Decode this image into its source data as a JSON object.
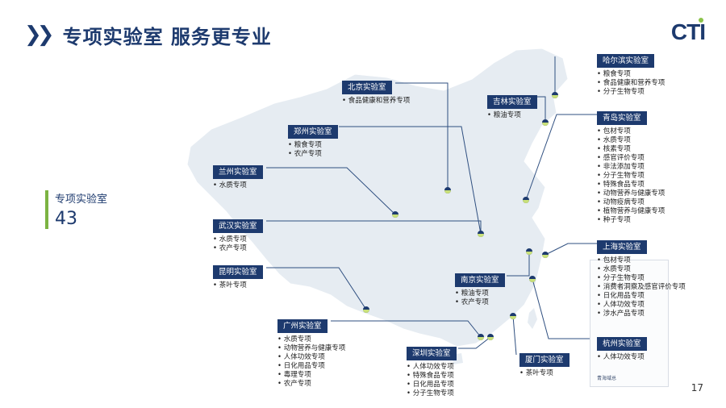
{
  "header": {
    "title": "专项实验室 服务更专业",
    "logo": "CTI"
  },
  "stat": {
    "label": "专项实验室",
    "value": "43"
  },
  "page_number": "17",
  "brochure_caption": "青海域总",
  "labs": [
    {
      "id": "beijing",
      "name": "北京实验室",
      "items": [
        "食品健康和营养专项"
      ]
    },
    {
      "id": "harbin",
      "name": "哈尔滨实验室",
      "items": [
        "粮食专项",
        "食品健康和营养专项",
        "分子生物专项"
      ]
    },
    {
      "id": "jilin",
      "name": "吉林实验室",
      "items": [
        "粮油专项"
      ]
    },
    {
      "id": "qingdao",
      "name": "青岛实验室",
      "items": [
        "包材专项",
        "水质专项",
        "核素专项",
        "感官评价专项",
        "非法添加专项",
        "分子生物专项",
        "特殊食品专项",
        "动物营养与健康专项",
        "动物疫病专项",
        "植物营养与健康专项",
        "种子专项"
      ]
    },
    {
      "id": "zhengzhou",
      "name": "郑州实验室",
      "items": [
        "粮食专项",
        "农产专项"
      ]
    },
    {
      "id": "lanzhou",
      "name": "兰州实验室",
      "items": [
        "水质专项"
      ]
    },
    {
      "id": "wuhan",
      "name": "武汉实验室",
      "items": [
        "水质专项",
        "农产专项"
      ]
    },
    {
      "id": "kunming",
      "name": "昆明实验室",
      "items": [
        "茶叶专项"
      ]
    },
    {
      "id": "nanjing",
      "name": "南京实验室",
      "items": [
        "粮油专项",
        "农产专项"
      ]
    },
    {
      "id": "shanghai",
      "name": "上海实验室",
      "items": [
        "包材专项",
        "水质专项",
        "分子生物专项",
        "消费者洞察及感官评价专项",
        "日化用品专项",
        "人体功效专项",
        "涉水产品专项"
      ]
    },
    {
      "id": "guangzhou",
      "name": "广州实验室",
      "items": [
        "水质专项",
        "动物营养与健康专项",
        "人体功效专项",
        "日化用品专项",
        "毒理专项",
        "农产专项"
      ]
    },
    {
      "id": "shenzhen",
      "name": "深圳实验室",
      "items": [
        "人体功效专项",
        "特殊食品专项",
        "日化用品专项",
        "分子生物专项"
      ]
    },
    {
      "id": "xiamen",
      "name": "厦门实验室",
      "items": [
        "茶叶专项"
      ]
    },
    {
      "id": "hangzhou",
      "name": "杭州实验室",
      "items": [
        "人体功效专项"
      ]
    }
  ],
  "colors": {
    "navy": "#1d3a6e",
    "green": "#7cb342",
    "map": "#e7edf3",
    "line": "#2f4f80"
  }
}
